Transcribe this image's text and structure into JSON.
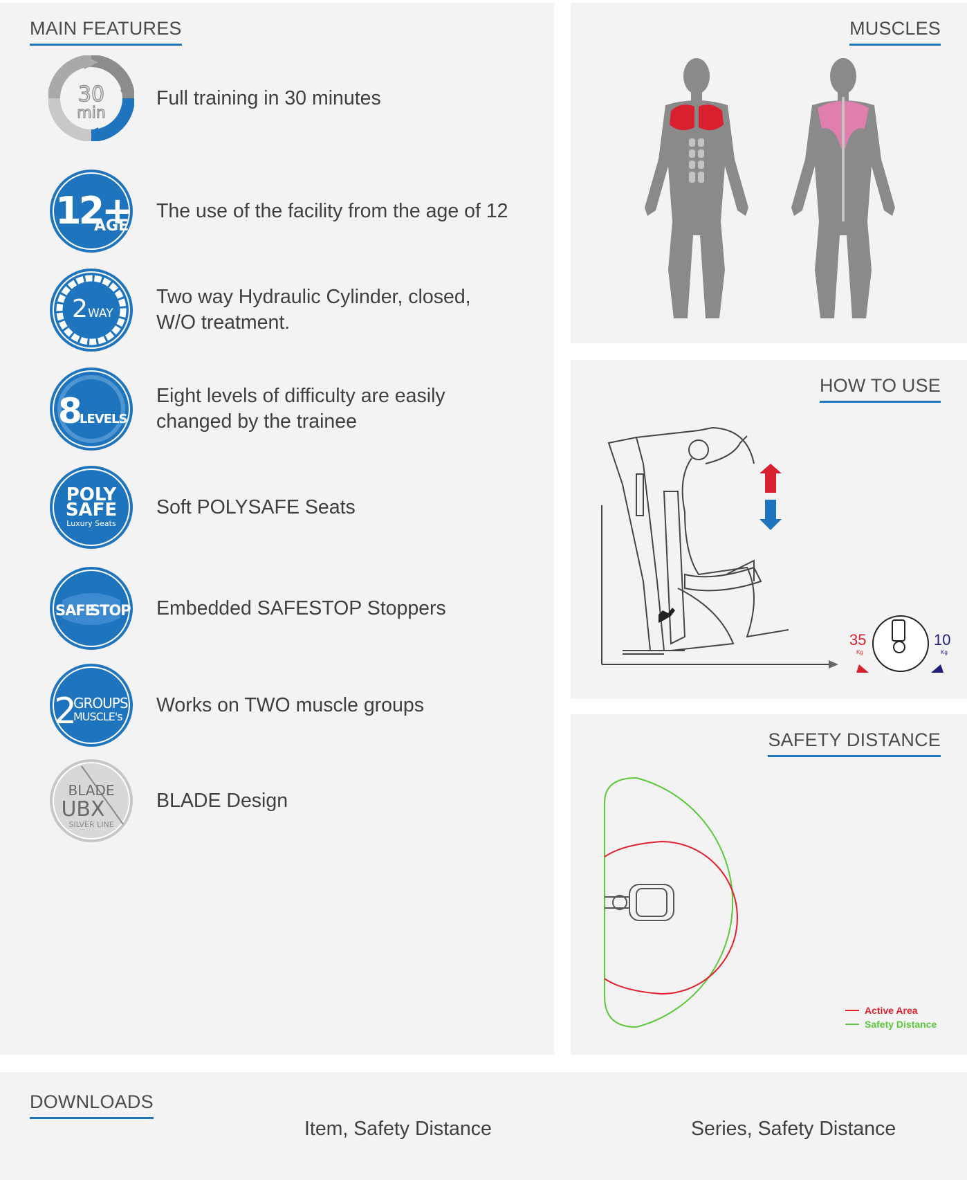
{
  "main_features": {
    "title": "MAIN FEATURES",
    "items": [
      {
        "icon": "30-min-cycle-icon",
        "badge": [
          "30",
          "min"
        ],
        "label": "Full training in 30 minutes"
      },
      {
        "icon": "12-plus-age-icon",
        "badge": [
          "12+",
          "AGE"
        ],
        "label": "The use of the facility from the age of 12"
      },
      {
        "icon": "2-way-hydraulic-icon",
        "badge": [
          "2",
          "WAY"
        ],
        "label": "Two way Hydraulic Cylinder, closed,\nW/O treatment."
      },
      {
        "icon": "8-levels-icon",
        "badge": [
          "8",
          "LEVELS"
        ],
        "label": "Eight levels of difficulty are easily\nchanged by the trainee"
      },
      {
        "icon": "polysafe-seat-icon",
        "badge": [
          "POLY",
          "SAFE",
          "Luxury Seats"
        ],
        "label": "Soft POLYSAFE Seats"
      },
      {
        "icon": "safestop-icon",
        "badge": [
          "SAFE",
          "STOP"
        ],
        "label": "Embedded SAFESTOP Stoppers"
      },
      {
        "icon": "2-muscle-groups-icon",
        "badge": [
          "2",
          "GROUPS",
          "MUSCLE's"
        ],
        "label": "Works on TWO muscle groups"
      },
      {
        "icon": "blade-ubx-icon",
        "badge": [
          "BLADE",
          "UBX",
          "SILVER LINE"
        ],
        "label": "BLADE Design"
      }
    ]
  },
  "muscles": {
    "title": "MUSCLES",
    "highlight_front": "#d8202e",
    "highlight_back": "#e07fae"
  },
  "how_to_use": {
    "title": "HOW TO USE",
    "weight_max": "35",
    "weight_min": "10",
    "unit": "Kg"
  },
  "safety_distance": {
    "title": "SAFETY DISTANCE",
    "legend": [
      {
        "label": "Active Area",
        "color": "#e0202e"
      },
      {
        "label": "Safety Distance",
        "color": "#5cc83b"
      }
    ]
  },
  "downloads": {
    "title": "DOWNLOADS",
    "links": [
      "Item, Safety Distance",
      "Series, Safety Distance"
    ]
  }
}
